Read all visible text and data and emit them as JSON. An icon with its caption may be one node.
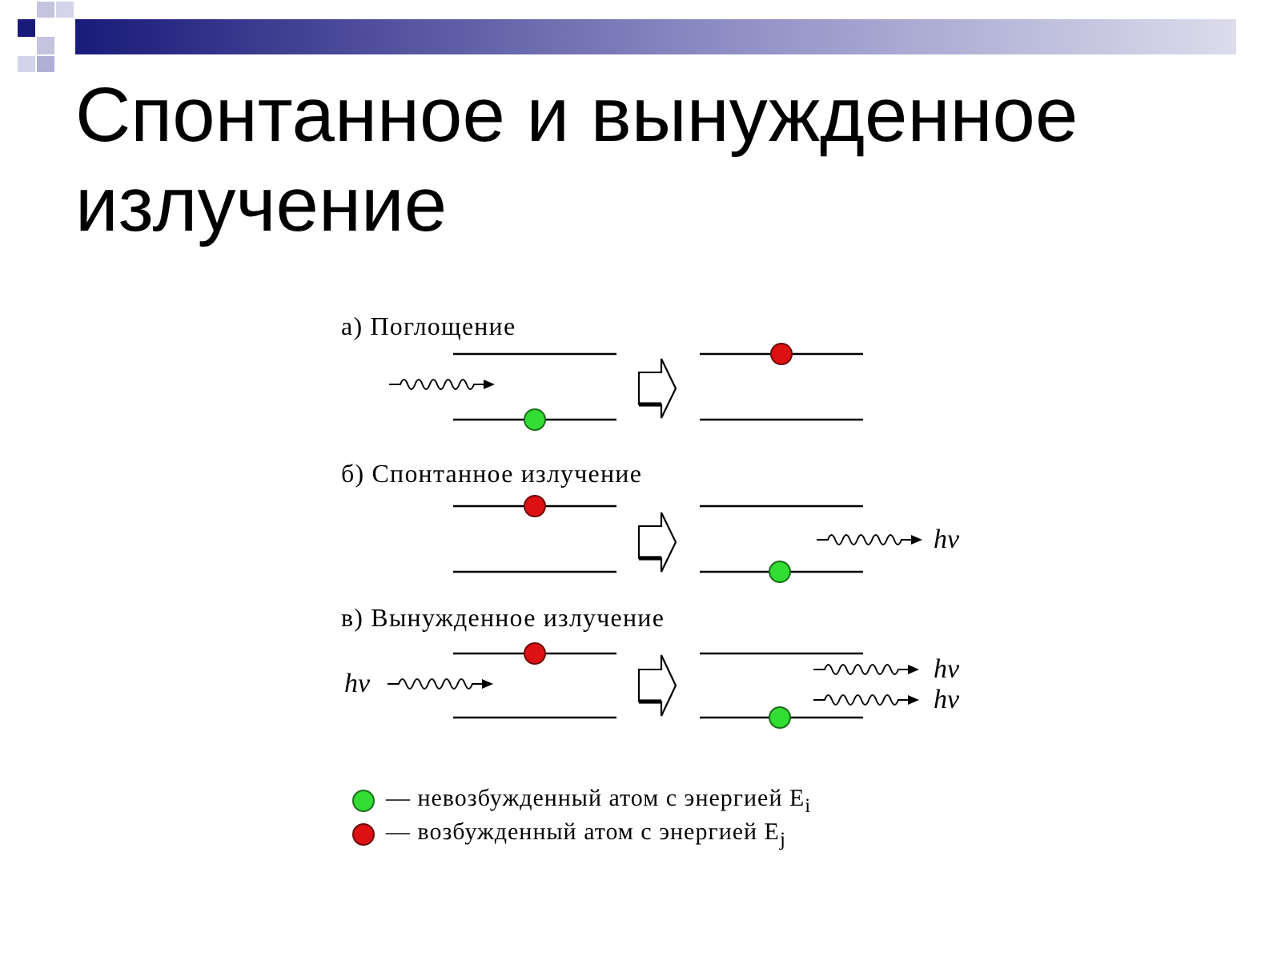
{
  "diagram": {
    "title": "Спонтанное и вынужденное излучение",
    "labels": [
      "а) Поглощение",
      "б) Спонтанное излучение",
      "hν",
      "в) Вынужденное излучение",
      "hν",
      "hν",
      "hν"
    ],
    "legend": [
      {
        "text": "— невозбужденный атом с энергией E$_{i}$",
        "color": "#33dd33"
      },
      {
        "text": "— возбужденный атом с энергией E$_{j}$",
        "color": "#dd1111"
      }
    ]
  }
}
